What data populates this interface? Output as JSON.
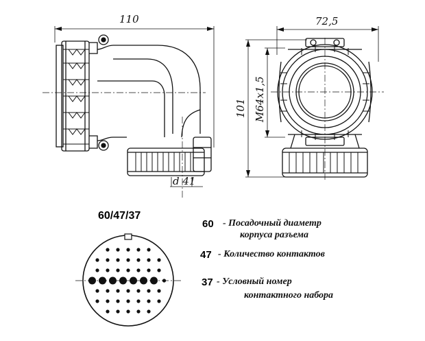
{
  "dimensions": {
    "side_length": "110",
    "front_width": "72,5",
    "height": "101",
    "thread": "M64x1,5",
    "outlet_diameter": "d 41"
  },
  "insert": {
    "code": "60/47/37",
    "pin_grid_rows": [
      5,
      7,
      7,
      8,
      7,
      7,
      5
    ],
    "large_pin_count": 7
  },
  "legend": [
    {
      "num": "60",
      "text": "- Посадочный диаметр",
      "text2": "корпуса разъема"
    },
    {
      "num": "47",
      "text": "- Количество контактов",
      "text2": ""
    },
    {
      "num": "37",
      "text": "- Условный номер",
      "text2": "контактного набора"
    }
  ]
}
